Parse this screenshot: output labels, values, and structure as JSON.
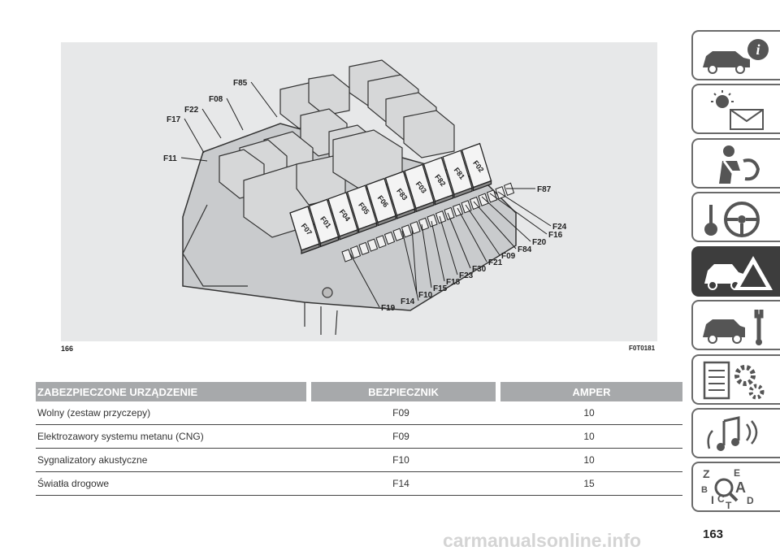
{
  "figure": {
    "number": "166",
    "code": "F0T0181",
    "fuse_labels": [
      "F85",
      "F08",
      "F22",
      "F17",
      "F11",
      "F87",
      "F24",
      "F16",
      "F20",
      "F84",
      "F09",
      "F21",
      "F30",
      "F23",
      "F18",
      "F15",
      "F10",
      "F14",
      "F19"
    ],
    "fuse_block_labels": [
      "F07",
      "F01",
      "F04",
      "F05",
      "F06",
      "F83",
      "F03",
      "F82",
      "F81",
      "F02"
    ]
  },
  "table": {
    "headers": {
      "device": "ZABEZPIECZONE URZĄDZENIE",
      "fuse": "BEZPIECZNIK",
      "ampere": "AMPER"
    },
    "rows": [
      {
        "device": "Wolny (zestaw przyczepy)",
        "fuse": "F09",
        "ampere": "10"
      },
      {
        "device": "Elektrozawory systemu metanu (CNG)",
        "fuse": "F09",
        "ampere": "10"
      },
      {
        "device": "Sygnalizatory akustyczne",
        "fuse": "F10",
        "ampere": "10"
      },
      {
        "device": "Światła drogowe",
        "fuse": "F14",
        "ampere": "15"
      }
    ]
  },
  "side_tabs": [
    {
      "icon": "car-info-icon",
      "active": false
    },
    {
      "icon": "dashboard-lights-icon",
      "active": false
    },
    {
      "icon": "seatbelt-airbag-icon",
      "active": false
    },
    {
      "icon": "key-steering-icon",
      "active": false
    },
    {
      "icon": "car-warning-icon",
      "active": true
    },
    {
      "icon": "car-wrench-icon",
      "active": false
    },
    {
      "icon": "spec-gears-icon",
      "active": false
    },
    {
      "icon": "multimedia-icon",
      "active": false
    },
    {
      "icon": "alphabet-index-icon",
      "active": false
    }
  ],
  "page_number": "163",
  "watermark": "carmanualsonline.info",
  "colors": {
    "header_bg": "#a7a9ab",
    "active_tab": "#3d3d3d",
    "figure_bg": "#e7e8e9"
  }
}
